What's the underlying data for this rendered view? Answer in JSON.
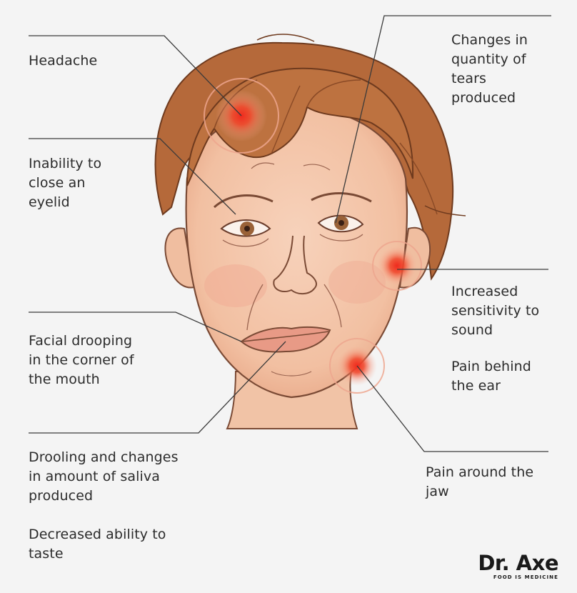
{
  "labels": {
    "headache": "Headache",
    "eyelid": "Inability to\nclose an\neyelid",
    "facial_drooping": "Facial drooping\nin the corner of\nthe mouth",
    "drooling": "Drooling and changes\nin amount of saliva\nproduced",
    "taste": "Decreased ability to\ntaste",
    "tears": "Changes in\nquantity of\ntears\nproduced",
    "sound": "Increased\nsensitivity to\nsound",
    "ear_pain": "Pain behind\nthe ear",
    "jaw_pain": "Pain around the\njaw"
  },
  "brand": {
    "name": "Dr. Axe",
    "tagline": "FOOD IS MEDICINE"
  },
  "colors": {
    "background": "#f4f4f4",
    "pain_marker": "#e8382c",
    "leader_line": "#3a3a3a",
    "skin": "#f5cbb0",
    "hair": "#b86b3a"
  },
  "icons": [
    "face-illustration",
    "pain-marker"
  ]
}
